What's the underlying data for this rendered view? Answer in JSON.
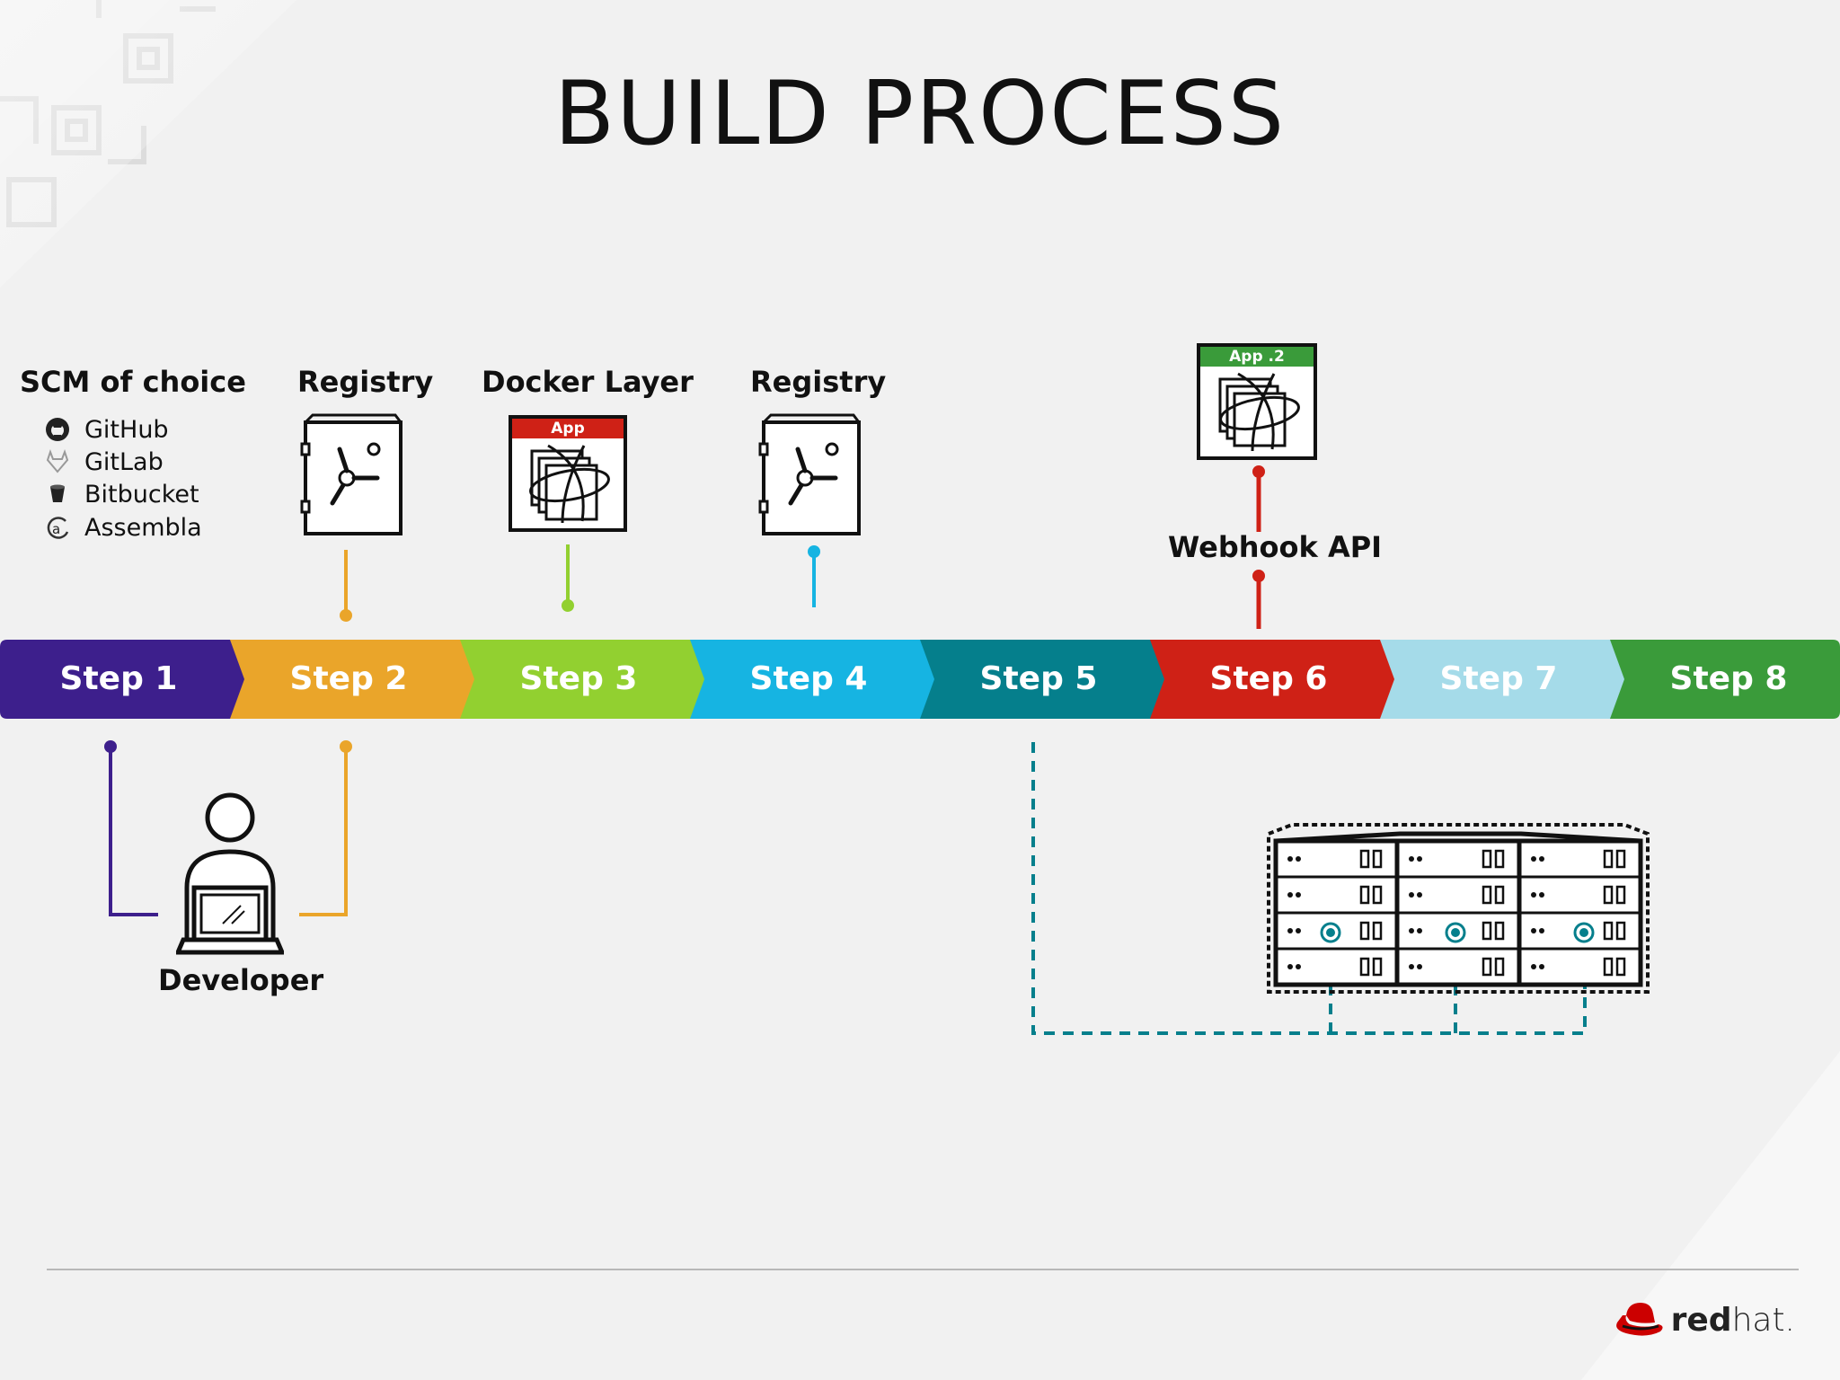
{
  "title": "BUILD PROCESS",
  "labels": {
    "scm": "SCM of choice",
    "registry1": "Registry",
    "docker_layer": "Docker Layer",
    "registry2": "Registry",
    "webhook": "Webhook API",
    "developer": "Developer",
    "app_tag": "App",
    "app2_tag": "App .2"
  },
  "scm_items": [
    "GitHub",
    "GitLab",
    "Bitbucket",
    "Assembla"
  ],
  "steps": [
    {
      "label": "Step 1",
      "color": "#3d1f8c"
    },
    {
      "label": "Step 2",
      "color": "#eaa52a"
    },
    {
      "label": "Step 3",
      "color": "#92d030"
    },
    {
      "label": "Step 4",
      "color": "#16b4e2"
    },
    {
      "label": "Step 5",
      "color": "#057f8c"
    },
    {
      "label": "Step 6",
      "color": "#cf2116"
    },
    {
      "label": "Step 7",
      "color": "#a5dbe9"
    },
    {
      "label": "Step 8",
      "color": "#3a9b3a"
    }
  ],
  "brand": {
    "red": "red",
    "hat": "hat."
  }
}
